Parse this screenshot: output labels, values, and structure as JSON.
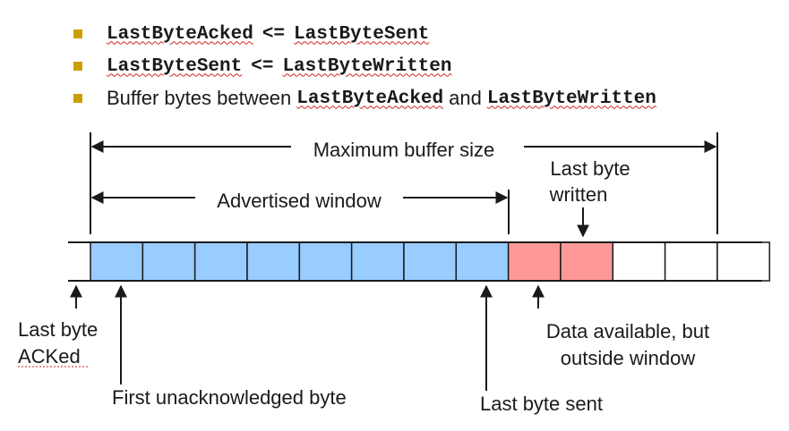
{
  "bullets": [
    {
      "a": "LastByteAcked",
      "op": "<=",
      "b": "LastByteSent"
    },
    {
      "a": "LastByteSent",
      "op": "<=",
      "b": "LastByteWritten"
    },
    {
      "pre": "Buffer bytes between",
      "a": "LastByteAcked",
      "mid": "and",
      "b": "LastByteWritten"
    }
  ],
  "labels": {
    "max_buffer": "Maximum buffer size",
    "advertised_window": "Advertised window",
    "last_byte_written_1": "Last byte",
    "last_byte_written_2": "written",
    "last_byte_acked_1": "Last byte",
    "last_byte_acked_2": "ACKed",
    "first_unacked": "First unacknowledged byte",
    "last_byte_sent": "Last byte sent",
    "data_available_1": "Data available, but",
    "data_available_2": "outside window"
  },
  "buffer": {
    "cells": [
      "sent",
      "sent",
      "sent",
      "sent",
      "sent",
      "sent",
      "sent",
      "sent",
      "pending",
      "pending",
      "empty",
      "empty",
      "empty"
    ]
  },
  "colors": {
    "sent": "#99ccff",
    "pending": "#ff9999",
    "empty": "#ffffff",
    "bullet": "#c8a000"
  }
}
